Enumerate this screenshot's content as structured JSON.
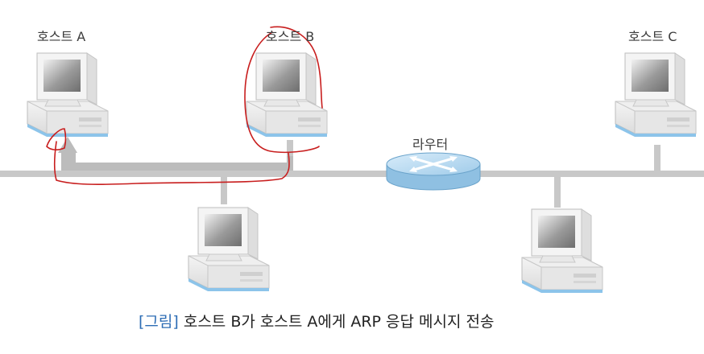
{
  "hosts": [
    {
      "name": "호스트 A"
    },
    {
      "name": "호스트 B"
    },
    {
      "name": "호스트 C"
    }
  ],
  "router": {
    "name": "라우터"
  },
  "caption": {
    "tag": "[그림]",
    "text": "호스트 B가 호스트 A에게 ARP 응답 메시지 전송"
  },
  "colors": {
    "cable": "#c8c8c8",
    "router": "#a9d0ec",
    "annotation": "#c81e1e",
    "caption_tag": "#2d6db5"
  }
}
